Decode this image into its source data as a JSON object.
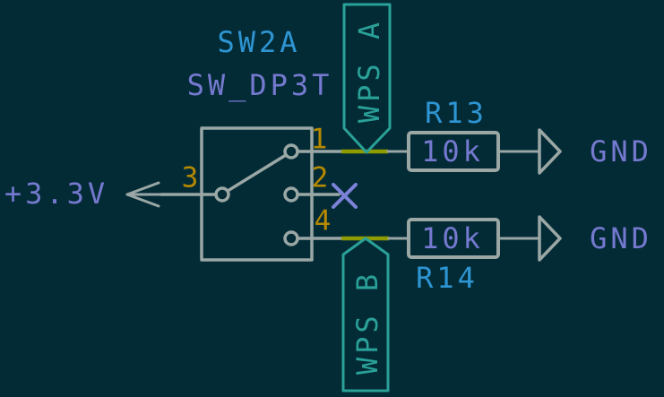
{
  "colors": {
    "background": "#032b36",
    "symbol_outline": "#9aa7a5",
    "wire_highlight": "#8f9c00",
    "pin_number": "#b58900",
    "reference_text": "#2e95d3",
    "value_text": "#7579cf",
    "net_label_text": "#2aa198",
    "no_connect": "#7b82d8"
  },
  "switch": {
    "reference": "SW2A",
    "value": "SW_DP3T",
    "pin_numbers": {
      "p1": "1",
      "p2": "2",
      "p3": "3",
      "p4": "4"
    }
  },
  "resistors": [
    {
      "reference": "R13",
      "value": "10k"
    },
    {
      "reference": "R14",
      "value": "10k"
    }
  ],
  "net_labels": [
    {
      "text": "WPS A"
    },
    {
      "text": "WPS B"
    }
  ],
  "power": {
    "rail": "+3.3V",
    "ground1": "GND",
    "ground2": "GND"
  }
}
